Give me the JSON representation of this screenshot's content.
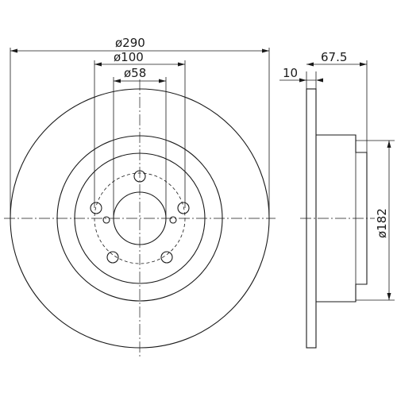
{
  "dimensions": {
    "outer_diameter": "ø290",
    "bolt_circle": "ø100",
    "center_bore": "ø58",
    "total_height": "67.5",
    "disc_thickness": "10",
    "hat_diameter": "ø182"
  },
  "colors": {
    "line": "#1a1a1a",
    "background": "#ffffff"
  }
}
